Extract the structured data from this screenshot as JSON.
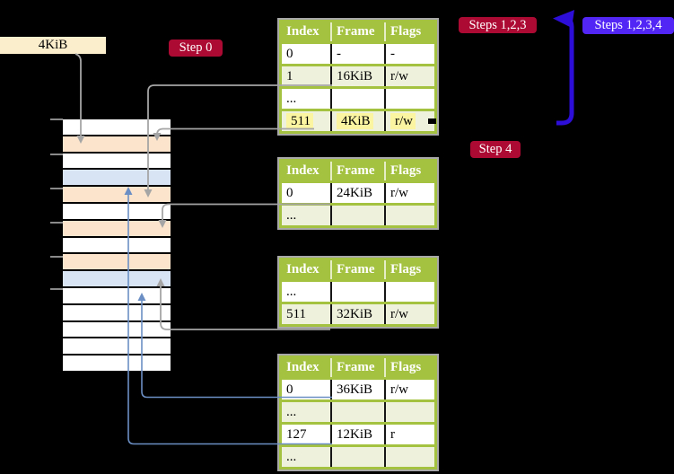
{
  "cr3_box": {
    "label": "4KiB"
  },
  "badges": {
    "step0": "Step 0",
    "steps123": "Steps 1,2,3",
    "steps1234": "Steps 1,2,3,4",
    "step4": "Step 4"
  },
  "tables": [
    {
      "headers": [
        "Index",
        "Frame",
        "Flags"
      ],
      "rows": [
        [
          "0",
          "-",
          "-"
        ],
        [
          "1",
          "16KiB",
          "r/w"
        ],
        [
          "...",
          "",
          ""
        ],
        [
          "511",
          "4KiB",
          "r/w"
        ]
      ],
      "highlighted_row": "511 | 4KiB | r/w"
    },
    {
      "headers": [
        "Index",
        "Frame",
        "Flags"
      ],
      "rows": [
        [
          "0",
          "24KiB",
          "r/w"
        ],
        [
          "...",
          "",
          ""
        ]
      ]
    },
    {
      "headers": [
        "Index",
        "Frame",
        "Flags"
      ],
      "rows": [
        [
          "...",
          "",
          ""
        ],
        [
          "511",
          "32KiB",
          "r/w"
        ]
      ]
    },
    {
      "headers": [
        "Index",
        "Frame",
        "Flags"
      ],
      "rows": [
        [
          "0",
          "36KiB",
          "r/w"
        ],
        [
          "...",
          "",
          ""
        ],
        [
          "127",
          "12KiB",
          "r"
        ],
        [
          "...",
          "",
          ""
        ]
      ]
    }
  ],
  "memory_column": {
    "frames": [
      "free",
      "page-table",
      "free",
      "mapped-page",
      "page-table",
      "free",
      "page-table",
      "free",
      "page-table",
      "mapped-page",
      "free",
      "free",
      "free",
      "free",
      "free"
    ]
  },
  "colors": {
    "table_header_green": "#a4c13f",
    "table_row_green": "#eef2dd",
    "frame_page_table_peach": "#fce4cc",
    "frame_mapped_page_blue": "#d8e3f4",
    "cr3_box_wheat": "#fbeecd",
    "badge_red": "#ad0a33",
    "badge_blue": "#5226f5",
    "thick_arrow_blue": "#2d0ed8",
    "connector_blue": "#6b8fc4",
    "connector_gray": "#a5a5a5",
    "highlight_yellow": "#fbf5a2"
  }
}
